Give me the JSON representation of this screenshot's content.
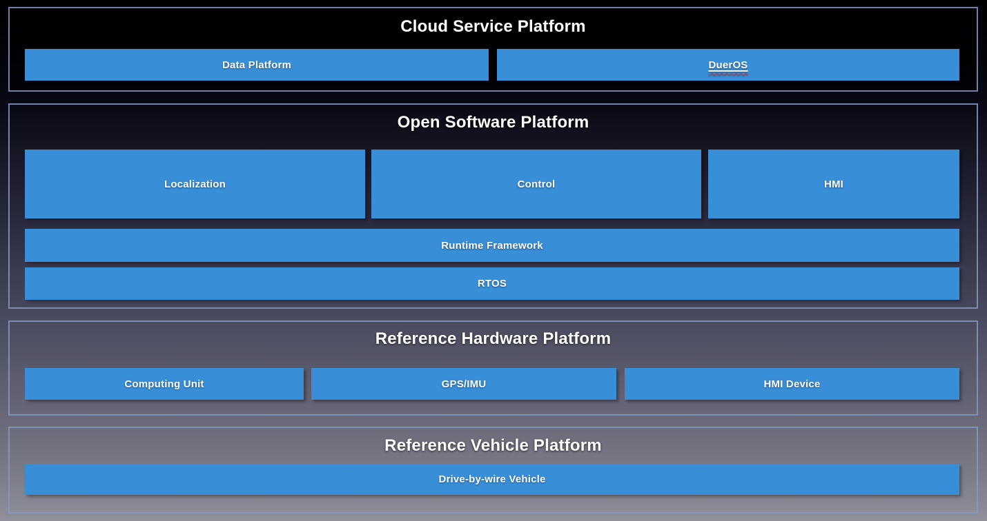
{
  "colors": {
    "box_blue": "#398ed8",
    "section_border": "#8598c3",
    "text": "#ffffff",
    "spellcheck_underline": "#d42a2a"
  },
  "diagram": {
    "cloud": {
      "title": "Cloud Service Platform",
      "data_platform": "Data Platform",
      "dueros": "DuerOS"
    },
    "software": {
      "title": "Open Software Platform",
      "localization": "Localization",
      "control": "Control",
      "hmi": "HMI",
      "runtime": "Runtime Framework",
      "rtos": "RTOS"
    },
    "hardware": {
      "title": "Reference Hardware Platform",
      "computing_unit": "Computing Unit",
      "gps_imu": "GPS/IMU",
      "hmi_device": "HMI Device"
    },
    "vehicle": {
      "title": "Reference Vehicle Platform",
      "drive_by_wire": "Drive-by-wire Vehicle"
    }
  }
}
